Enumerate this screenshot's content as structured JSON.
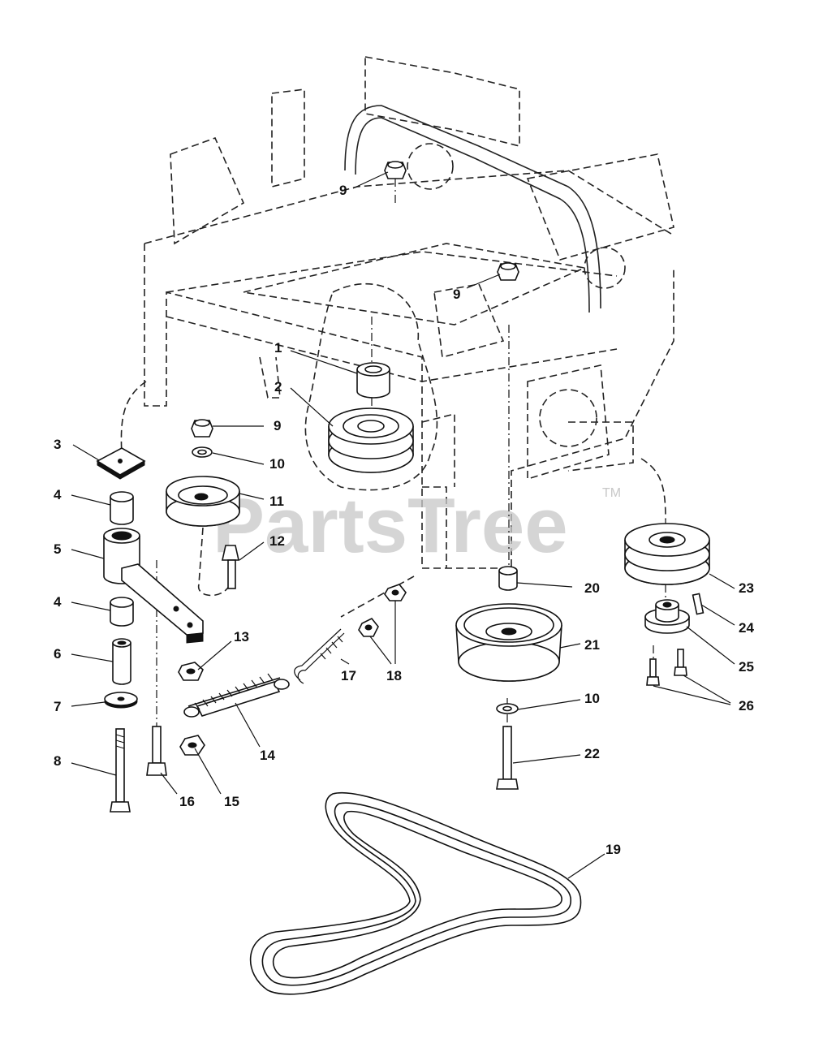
{
  "watermark": {
    "text": "PartsTree",
    "trademark": "TM"
  },
  "callouts": {
    "c1": "1",
    "c2": "2",
    "c3": "3",
    "c4a": "4",
    "c4b": "4",
    "c5": "5",
    "c6": "6",
    "c7": "7",
    "c8": "8",
    "c9a": "9",
    "c9b": "9",
    "c9c": "9",
    "c10a": "10",
    "c10b": "10",
    "c11": "11",
    "c12": "12",
    "c13": "13",
    "c14": "14",
    "c15": "15",
    "c16": "16",
    "c17": "17",
    "c18": "18",
    "c19": "19",
    "c20": "20",
    "c21": "21",
    "c22": "22",
    "c23": "23",
    "c24": "24",
    "c25": "25",
    "c26": "26"
  },
  "colors": {
    "ink": "#111111",
    "watermark": "#c8c8c8",
    "background": "#ffffff"
  }
}
